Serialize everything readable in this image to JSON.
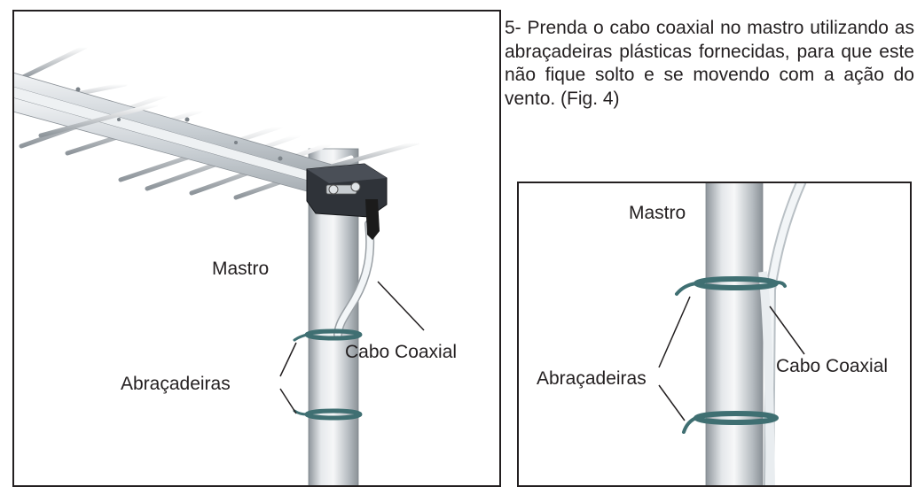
{
  "instructions": {
    "text": "5- Prenda o cabo coaxial no mastro utilizando as abraçadeiras plásticas fornecidas, para que este não fique solto e se movendo com a ação do vento. (Fig. 4)"
  },
  "figure_left": {
    "label_mast": "Mastro",
    "label_cable": "Cabo Coaxial",
    "label_clamps": "Abraçadeiras"
  },
  "figure_right": {
    "label_mast": "Mastro",
    "label_cable": "Cabo Coaxial",
    "label_clamps": "Abraçadeiras"
  },
  "colors": {
    "border": "#231f20",
    "mast": "#c9ced2",
    "boom": "#cfd4d8",
    "bracket": "#2e3238",
    "cable": "#eef2f5",
    "cable_boot": "#1b1b1b",
    "clamp": "#3f6f72",
    "leader": "#231f20"
  }
}
